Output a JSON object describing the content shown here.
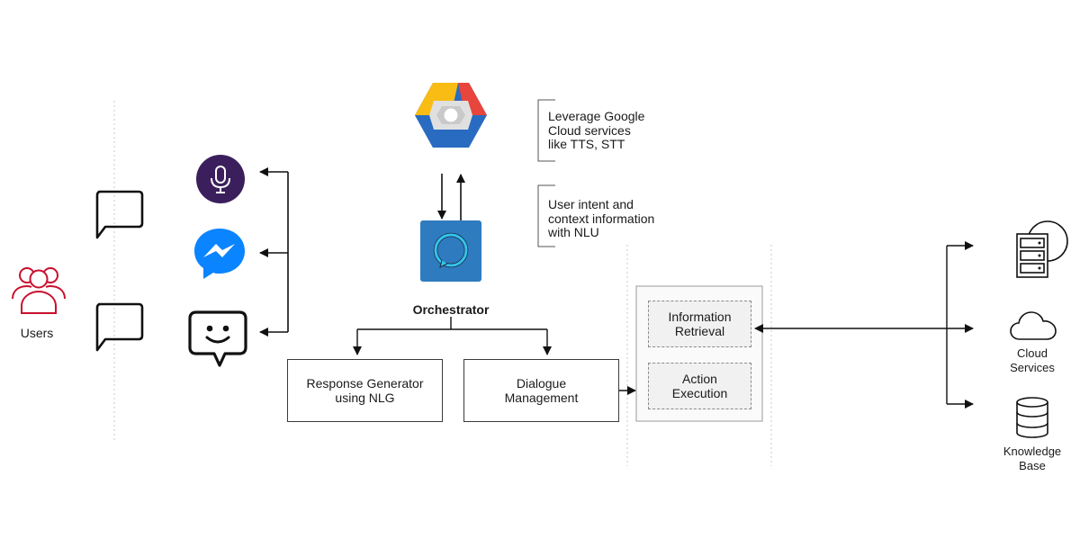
{
  "users": {
    "label": "Users"
  },
  "orchestrator": {
    "label": "Orchestrator"
  },
  "notes": {
    "google_cloud": "Leverage Google\nCloud services\nlike TTS, STT",
    "nlu": "User intent and\ncontext information\nwith NLU"
  },
  "boxes": {
    "response_generator": "Response Generator\nusing NLG",
    "dialogue_management": "Dialogue\nManagement",
    "information_retrieval": "Information\nRetrieval",
    "action_execution": "Action\nExecution"
  },
  "right": {
    "cloud_services": "Cloud\nServices",
    "knowledge_base": "Knowledge\nBase"
  },
  "icons": [
    "users-icon",
    "chat-bubble-icon",
    "microphone-icon",
    "messenger-icon",
    "chatbot-smiley-icon",
    "google-cloud-icon",
    "alexa-icon",
    "server-icon",
    "cloud-icon",
    "database-icon"
  ],
  "colors": {
    "users_red": "#c8102e",
    "mic_purple": "#3b1f5c",
    "messenger_blue": "#0a84ff",
    "alexa_blue": "#2e7bc0",
    "gc_yellow": "#f9bc15",
    "gc_red": "#e8453c",
    "gc_blue": "#2a6bc2"
  }
}
